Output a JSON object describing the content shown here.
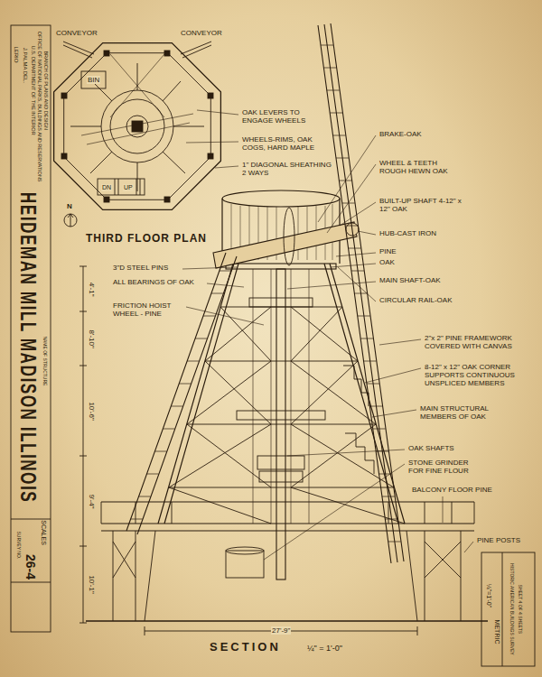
{
  "diagram": {
    "title": "HEIDEMAN MILL MADISON ILLINOIS",
    "labels": [
      "THIRD FLOOR PLAN",
      "CONVEYOR",
      "CONVEYOR",
      "BIN",
      "DN",
      "UP",
      "N",
      "OAK LEVERS TO ENGAGE WHEELS",
      "WHEELS-RIMS, OAK COGS, HARD MAPLE",
      "1\" DIAGONAL SHEATHING 2 WAYS",
      "BRAKE-OAK",
      "WHEEL & TEETH ROUGH HEWN OAK",
      "BUILT-UP SHAFT 4-12\" x 12\" OAK",
      "HUB-CAST IRON",
      "PINE",
      "OAK",
      "MAIN SHAFT-OAK",
      "CIRCULAR RAIL-OAK",
      "2\"x 2\" PINE FRAMEWORK COVERED WITH CANVAS",
      "8-12\" x 12\" OAK CORNER SUPPORTS CONTINUOUS UNSPLICED MEMBERS",
      "MAIN STRUCTURAL MEMBERS OF OAK",
      "OAK SHAFTS",
      "STONE GRINDER FOR FINE FLOUR",
      "BALCONY FLOOR PINE",
      "PINE POSTS",
      "3\"D STEEL PINS",
      "ALL BEARINGS OF OAK",
      "FRICTION HOIST WHEEL - PINE",
      "4'-1\"",
      "8'-10\"",
      "10'-6\"",
      "9'-4\"",
      "10'-1\"",
      "27'-9\"",
      "SECTION",
      "¼\" = 1'-0\"",
      "LERIO",
      "J.PALMA DEL.",
      "U.S. DEPARTMENT OF THE INTERIOR",
      "OFFICE OF NATIONAL PARKS, BUILDINGS AND RESERVATIONS",
      "BRANCH OF PLANS AND DESIGN",
      "NAME OF STRUCTURE",
      "SCALES",
      "SURVEY NO.",
      "26-4",
      "HISTORIC AMERICAN BUILDINGS SURVEY",
      "SHEET 4 OF 4 SHEETS",
      "¼\"=1'-0\"",
      "METRIC"
    ]
  }
}
